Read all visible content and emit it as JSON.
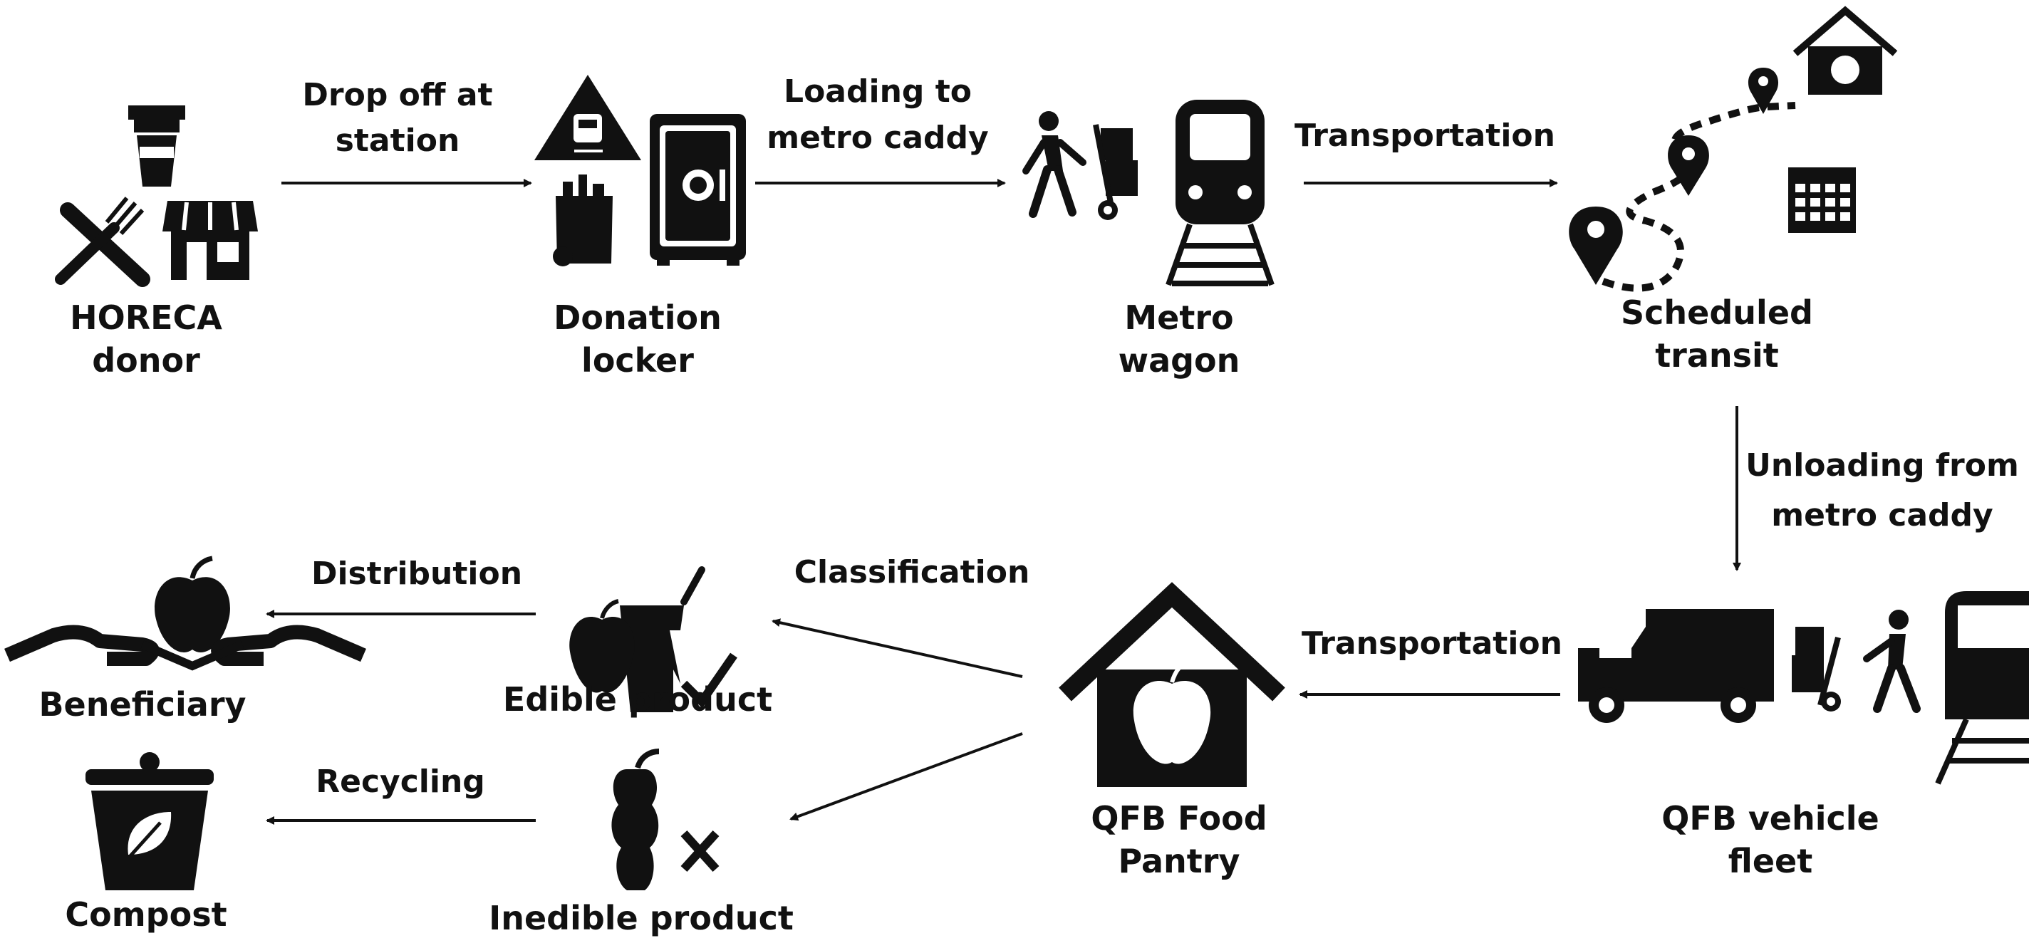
{
  "nodes": {
    "horeca": [
      "HORECA",
      "donor"
    ],
    "locker": [
      "Donation",
      "locker"
    ],
    "wagon": [
      "Metro",
      "wagon"
    ],
    "transit": [
      "Scheduled",
      "transit"
    ],
    "fleet": [
      "QFB vehicle",
      "fleet"
    ],
    "pantry": [
      "QFB Food",
      "Pantry"
    ],
    "edible": "Edible product",
    "inedible": "Inedible product",
    "beneficiary": "Beneficiary",
    "compost": "Compost"
  },
  "edges": {
    "dropoff": [
      "Drop off at",
      "station"
    ],
    "loading": [
      "Loading to",
      "metro caddy"
    ],
    "transport1": "Transportation",
    "unloading": [
      "Unloading from",
      "metro caddy"
    ],
    "transport2": "Transportation",
    "classification": "Classification",
    "distribution": "Distribution",
    "recycling": "Recycling"
  }
}
